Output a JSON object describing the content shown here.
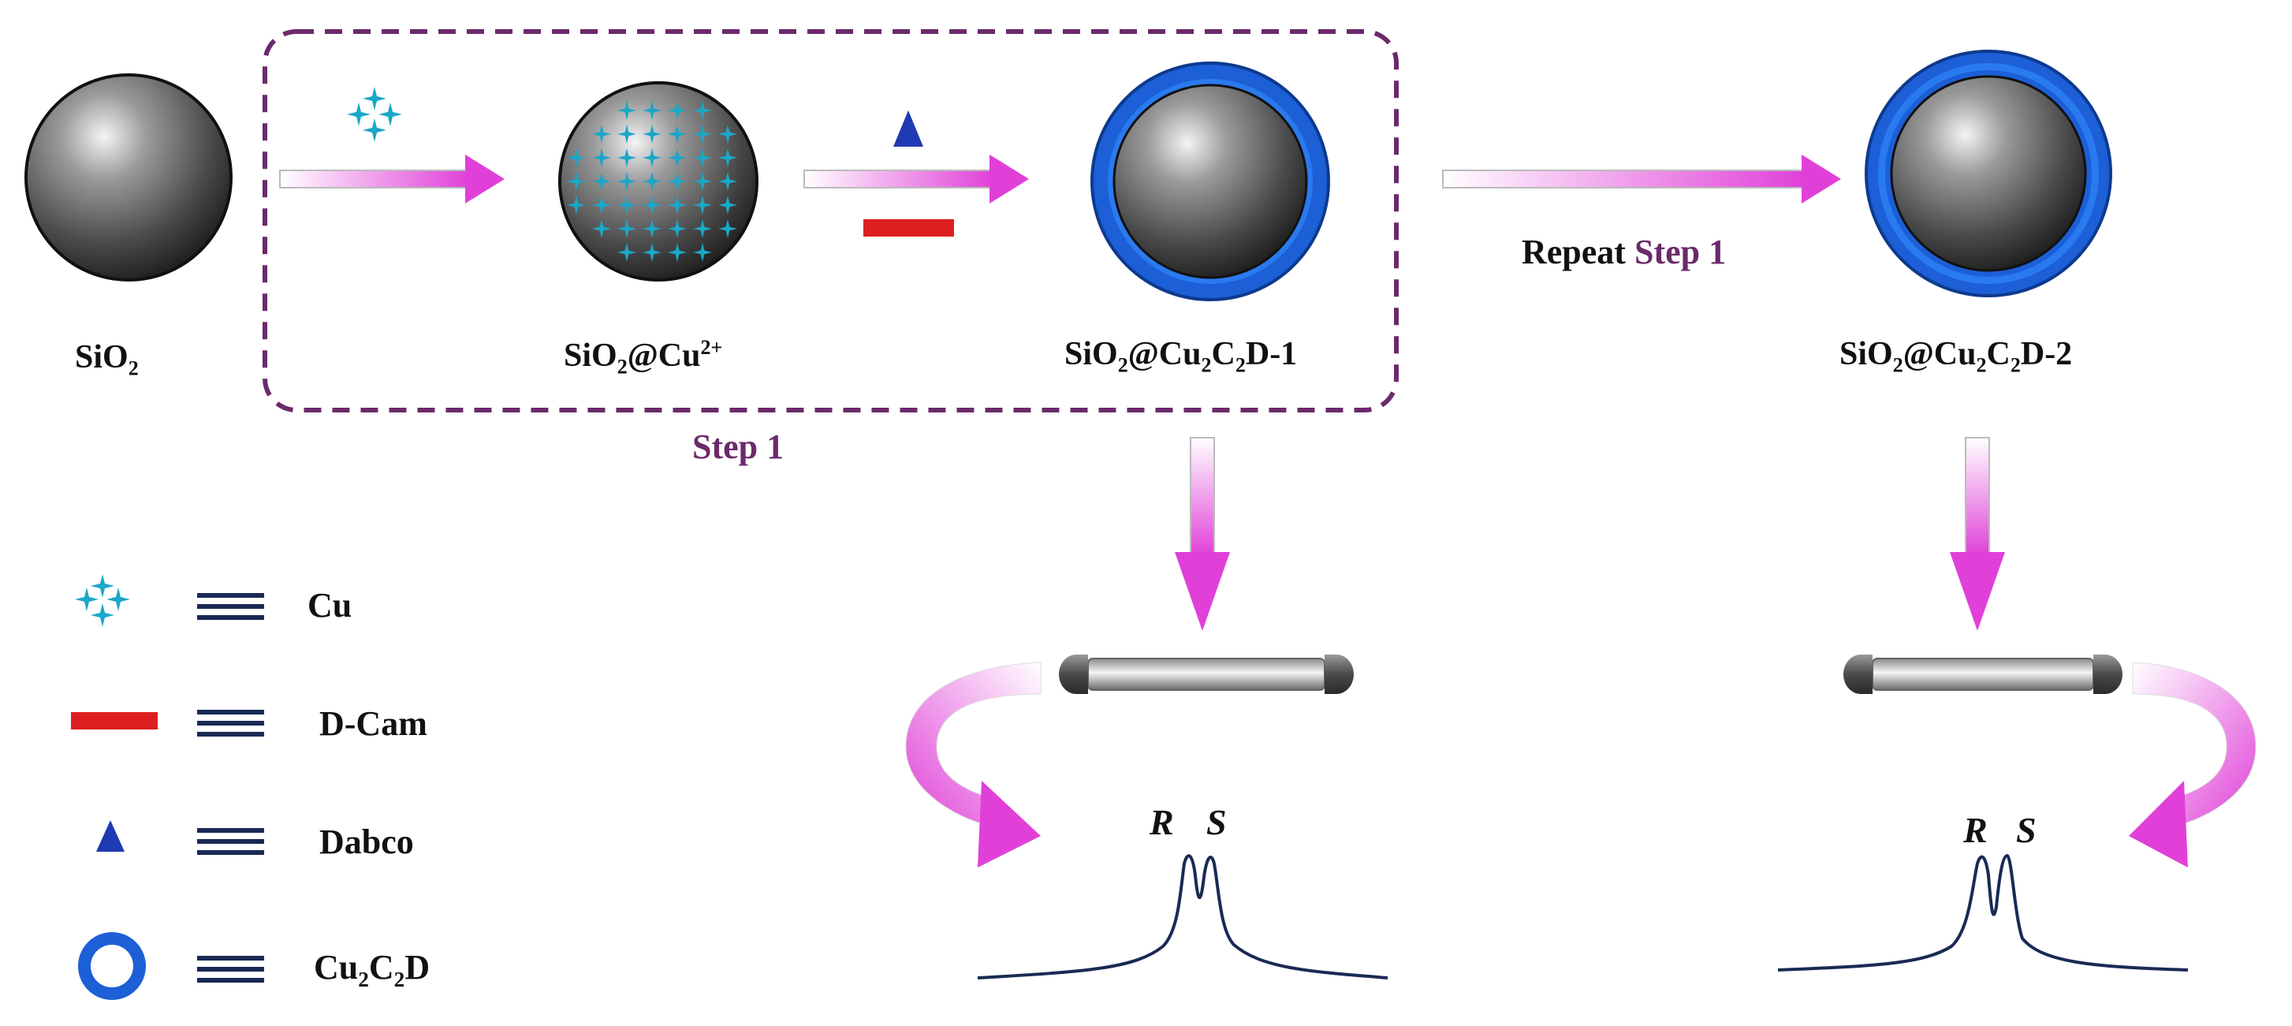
{
  "colors": {
    "step_box": "#6b2a6b",
    "arrow_pink": "#e040d8",
    "copper_cyan": "#1aa7c8",
    "dcam_red": "#dd1f1f",
    "dabco_blue": "#1f3ab2",
    "shell_blue": "#1c5fd6",
    "chromatogram_line": "#1a2a55",
    "text_dark": "#111111",
    "text_purple": "#6b2a6b"
  },
  "labels": {
    "sio2": {
      "base": "SiO",
      "sub": "2"
    },
    "sio2_cu": {
      "base": "SiO",
      "sub": "2",
      "mid": "@Cu",
      "sup": "2+"
    },
    "sio2_cu2c2d_1": {
      "base": "SiO",
      "sub1": "2",
      "mid": "@Cu",
      "sub2": "2",
      "mid2": "C",
      "sub3": "2",
      "tail": "D-1"
    },
    "sio2_cu2c2d_2": {
      "base": "SiO",
      "sub1": "2",
      "mid": "@Cu",
      "sub2": "2",
      "mid2": "C",
      "sub3": "2",
      "tail": "D-2"
    },
    "step1": "Step 1",
    "repeat_prefix": "Repeat",
    "repeat_step": "Step 1",
    "peak_r": "R",
    "peak_s": "S"
  },
  "legend": {
    "cu": "Cu",
    "dcam": "D-Cam",
    "dabco": "Dabco",
    "cu2c2d": {
      "a": "Cu",
      "s1": "2",
      "b": "C",
      "s2": "2",
      "c": "D"
    }
  },
  "icons": {
    "copper": "four-point-star-cluster-icon",
    "dcam": "red-bar-icon",
    "dabco": "blue-triangle-icon",
    "shell": "blue-ring-icon",
    "equivalence": "triple-bar-icon",
    "column": "hplc-column-icon"
  }
}
